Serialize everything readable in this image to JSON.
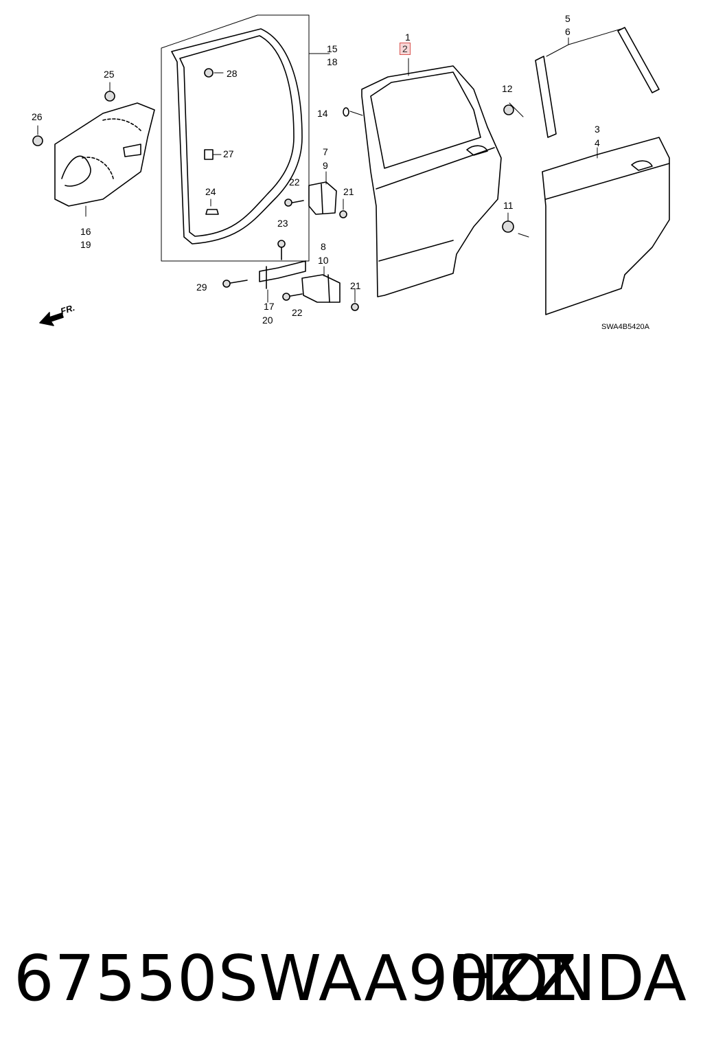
{
  "diagram": {
    "ref_code": "SWA4B5420A",
    "front_label": "FR.",
    "highlighted_part": "2",
    "callouts": {
      "c1": "1",
      "c2": "2",
      "c3": "3",
      "c4": "4",
      "c5": "5",
      "c6": "6",
      "c7": "7",
      "c8": "8",
      "c9": "9",
      "c10": "10",
      "c11": "11",
      "c12": "12",
      "c14": "14",
      "c15": "15",
      "c16": "16",
      "c17": "17",
      "c18": "18",
      "c19": "19",
      "c20": "20",
      "c21a": "21",
      "c21b": "21",
      "c22a": "22",
      "c22b": "22",
      "c23": "23",
      "c24": "24",
      "c25": "25",
      "c26": "26",
      "c27": "27",
      "c28": "28",
      "c29": "29"
    }
  },
  "footer": {
    "part_number": "67550SWAA90ZZ",
    "brand": "HONDA"
  }
}
